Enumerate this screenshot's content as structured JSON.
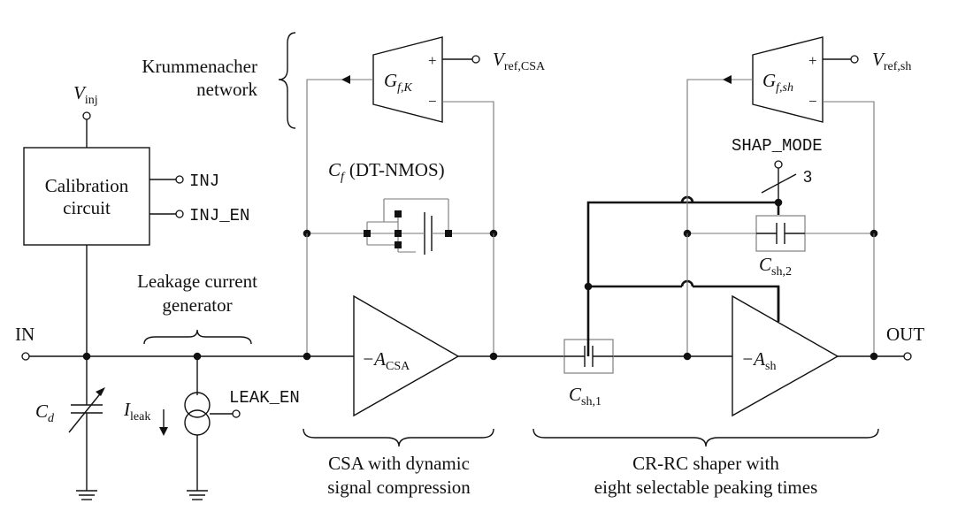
{
  "labels": {
    "krummenacher_line1": "Krummenacher",
    "krummenacher_line2": "network",
    "gfk_main": "G",
    "gfk_sub": "f,K",
    "vref_csa_main": "V",
    "vref_csa_sub": "ref,CSA",
    "gfsh_main": "G",
    "gfsh_sub": "f,sh",
    "vref_sh_main": "V",
    "vref_sh_sub": "ref,sh",
    "vinj_main": "V",
    "vinj_sub": "inj",
    "calib_line1": "Calibration",
    "calib_line2": "circuit",
    "inj": "INJ",
    "inj_en": "INJ_EN",
    "cf_main": "C",
    "cf_sub": "f",
    "cf_desc": "(DT-NMOS)",
    "shap_mode": "SHAP_MODE",
    "bus_width": "3",
    "csh2_main": "C",
    "csh2_sub": "sh,2",
    "leak_line1": "Leakage current",
    "leak_line2": "generator",
    "in": "IN",
    "out": "OUT",
    "acsa_main": "−A",
    "acsa_sub": "CSA",
    "ash_main": "−A",
    "ash_sub": "sh",
    "csh1_main": "C",
    "csh1_sub": "sh,1",
    "cd_main": "C",
    "cd_sub": "d",
    "ileak_main": "I",
    "ileak_sub": "leak",
    "leak_en": "LEAK_EN",
    "csa_desc_line1": "CSA with dynamic",
    "csa_desc_line2": "signal compression",
    "shaper_desc_line1": "CR-RC shaper with",
    "shaper_desc_line2": "eight selectable peaking times",
    "plus": "+",
    "minus": "−"
  }
}
